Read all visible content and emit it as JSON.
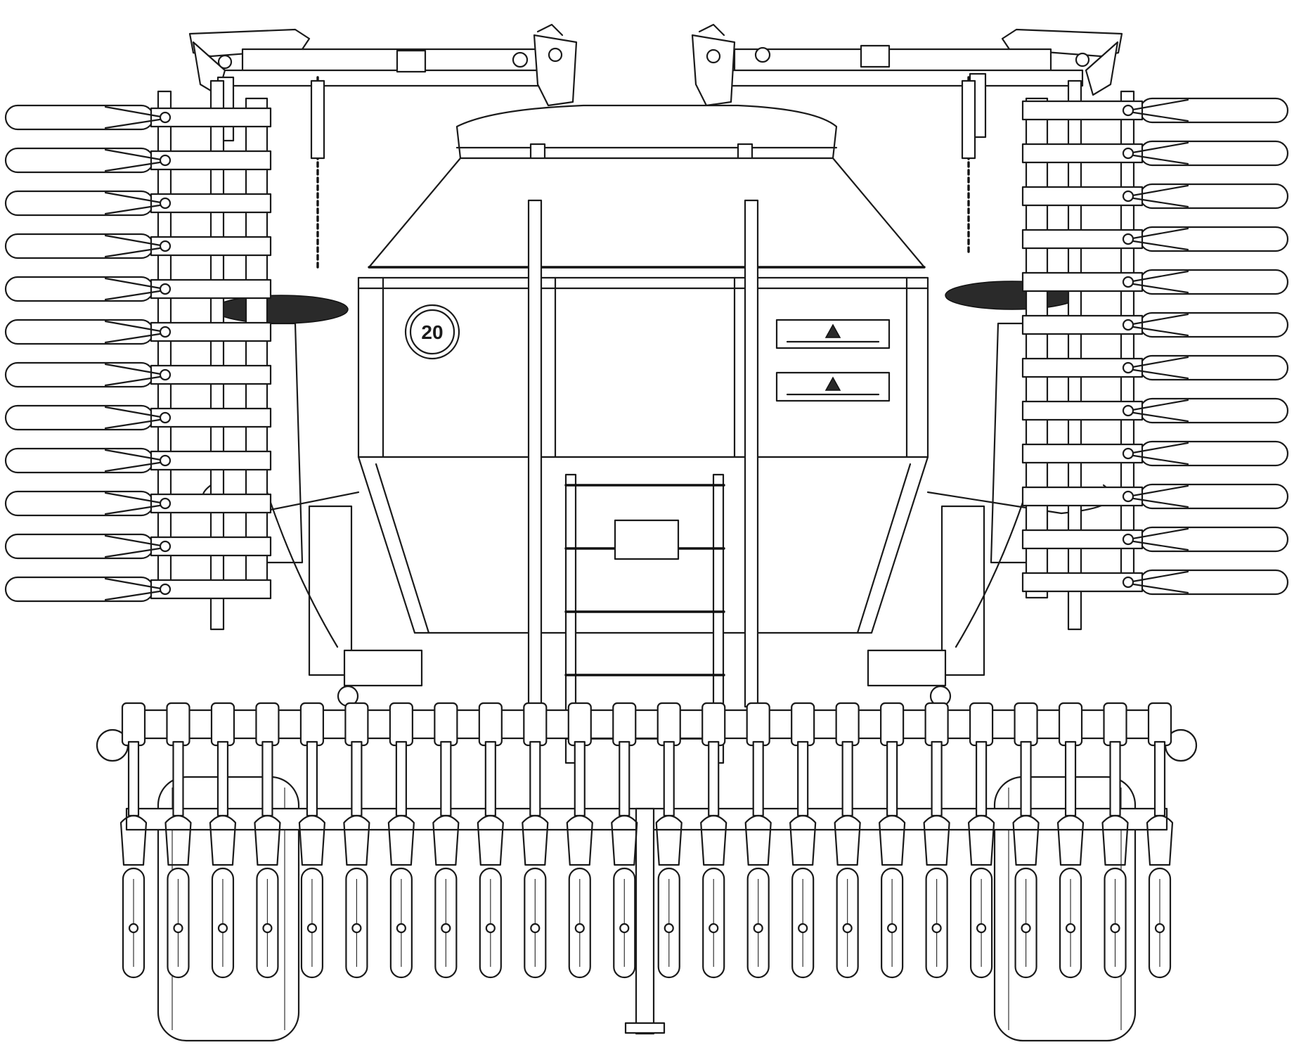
{
  "drawing": {
    "hopper_badge_number": "20",
    "line_color": "#1a1a1a",
    "background_color": "#ffffff",
    "warning_signs": [
      {
        "symbol": "warning-triangle"
      },
      {
        "symbol": "warning-triangle"
      }
    ],
    "side_wing_units_per_side": 12,
    "rear_coulter_units": 24
  }
}
